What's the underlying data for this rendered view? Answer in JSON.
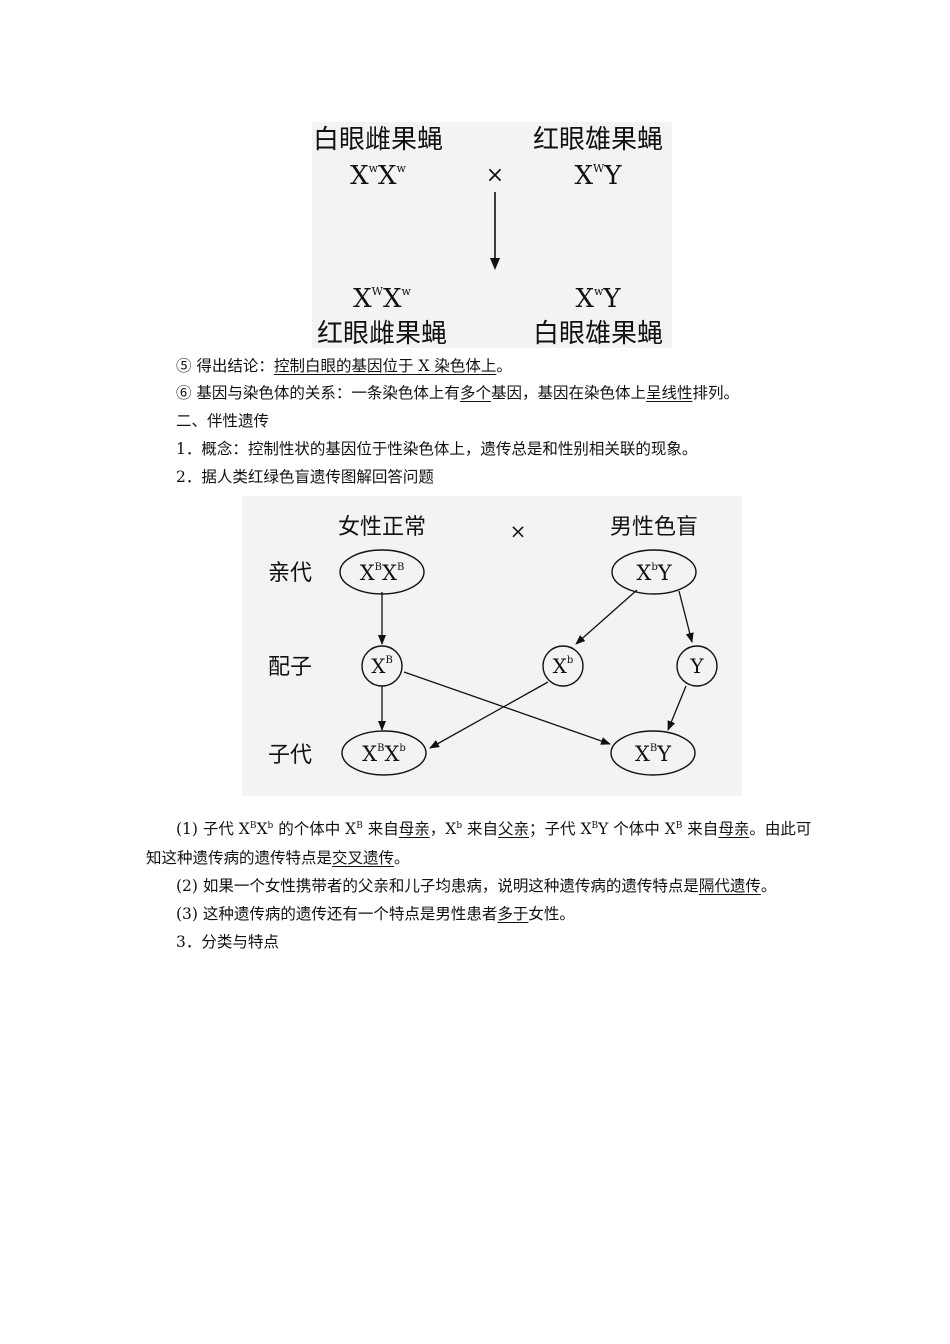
{
  "figure1": {
    "parent_female_label": "白眼雌果蝇",
    "parent_male_label": "红眼雄果蝇",
    "cross_symbol": "×",
    "parent_female_genotype": {
      "base1": "X",
      "sup1": "w",
      "base2": "X",
      "sup2": "w"
    },
    "parent_male_genotype": {
      "base1": "X",
      "sup1": "W",
      "base2": "Y"
    },
    "child_female_genotype": {
      "base1": "X",
      "sup1": "W",
      "base2": "X",
      "sup2": "w"
    },
    "child_male_genotype": {
      "base1": "X",
      "sup1": "w",
      "base2": "Y"
    },
    "child_female_label": "红眼雌果蝇",
    "child_male_label": "白眼雄果蝇"
  },
  "text_block1": {
    "item5_prefix": "⑤ 得出结论：",
    "item5_answer": "控制白眼的基因位于 X 染色体上",
    "item5_end": "。",
    "item6_prefix": "⑥ 基因与染色体的关系：一条染色体上有",
    "item6_answer1": "多个",
    "item6_mid": "基因，基因在染色体上",
    "item6_answer2": "呈线性",
    "item6_end": "排列。",
    "section2_title": "二、伴性遗传",
    "concept": "1．概念：控制性状的基因位于性染色体上，遗传总是和性别相关联的现象。",
    "item2": "2．据人类红绿色盲遗传图解回答问题"
  },
  "figure2": {
    "female_normal": "女性正常",
    "cross_symbol": "×",
    "male_colorblind": "男性色盲",
    "row_parent": "亲代",
    "row_gamete": "配子",
    "row_offspring": "子代",
    "parent_female": {
      "base1": "X",
      "sup1": "B",
      "base2": "X",
      "sup2": "B"
    },
    "parent_male": {
      "base1": "X",
      "sup1": "b",
      "base2": "Y"
    },
    "gamete_female": {
      "base1": "X",
      "sup1": "B"
    },
    "gamete_male_x": {
      "base1": "X",
      "sup1": "b"
    },
    "gamete_male_y": {
      "base1": "Y"
    },
    "child_female": {
      "base1": "X",
      "sup1": "B",
      "base2": "X",
      "sup2": "b"
    },
    "child_male": {
      "base1": "X",
      "sup1": "B",
      "base2": "Y"
    }
  },
  "questions": {
    "q1_a": "(1) 子代 X",
    "q1_a_sup1": "B",
    "q1_a_base2": "X",
    "q1_a_sup2": "b",
    "q1_b": " 的个体中 X",
    "q1_b_sup": "B",
    "q1_c": " 来自",
    "q1_ans1": "母亲",
    "q1_d": "，X",
    "q1_d_sup": "b",
    "q1_e": " 来自",
    "q1_ans2": "父亲",
    "q1_f": "；子代 X",
    "q1_f_sup": "B",
    "q1_g": "Y 个体中 X",
    "q1_g_sup": "B",
    "q1_h": " 来自",
    "q1_ans3": "母亲",
    "q1_i": "。由此可",
    "q1_line2_a": "知这种遗传病的遗传特点是",
    "q1_ans4": "交叉遗传",
    "q1_line2_end": "。",
    "q2_a": "(2) 如果一个女性携带者的父亲和儿子均患病，说明这种遗传病的遗传特点是",
    "q2_ans": "隔代遗传",
    "q2_end": "。",
    "q3_a": "(3) 这种遗传病的遗传还有一个特点是男性患者",
    "q3_ans": "多于",
    "q3_end": "女性。",
    "item3": "3．分类与特点"
  }
}
